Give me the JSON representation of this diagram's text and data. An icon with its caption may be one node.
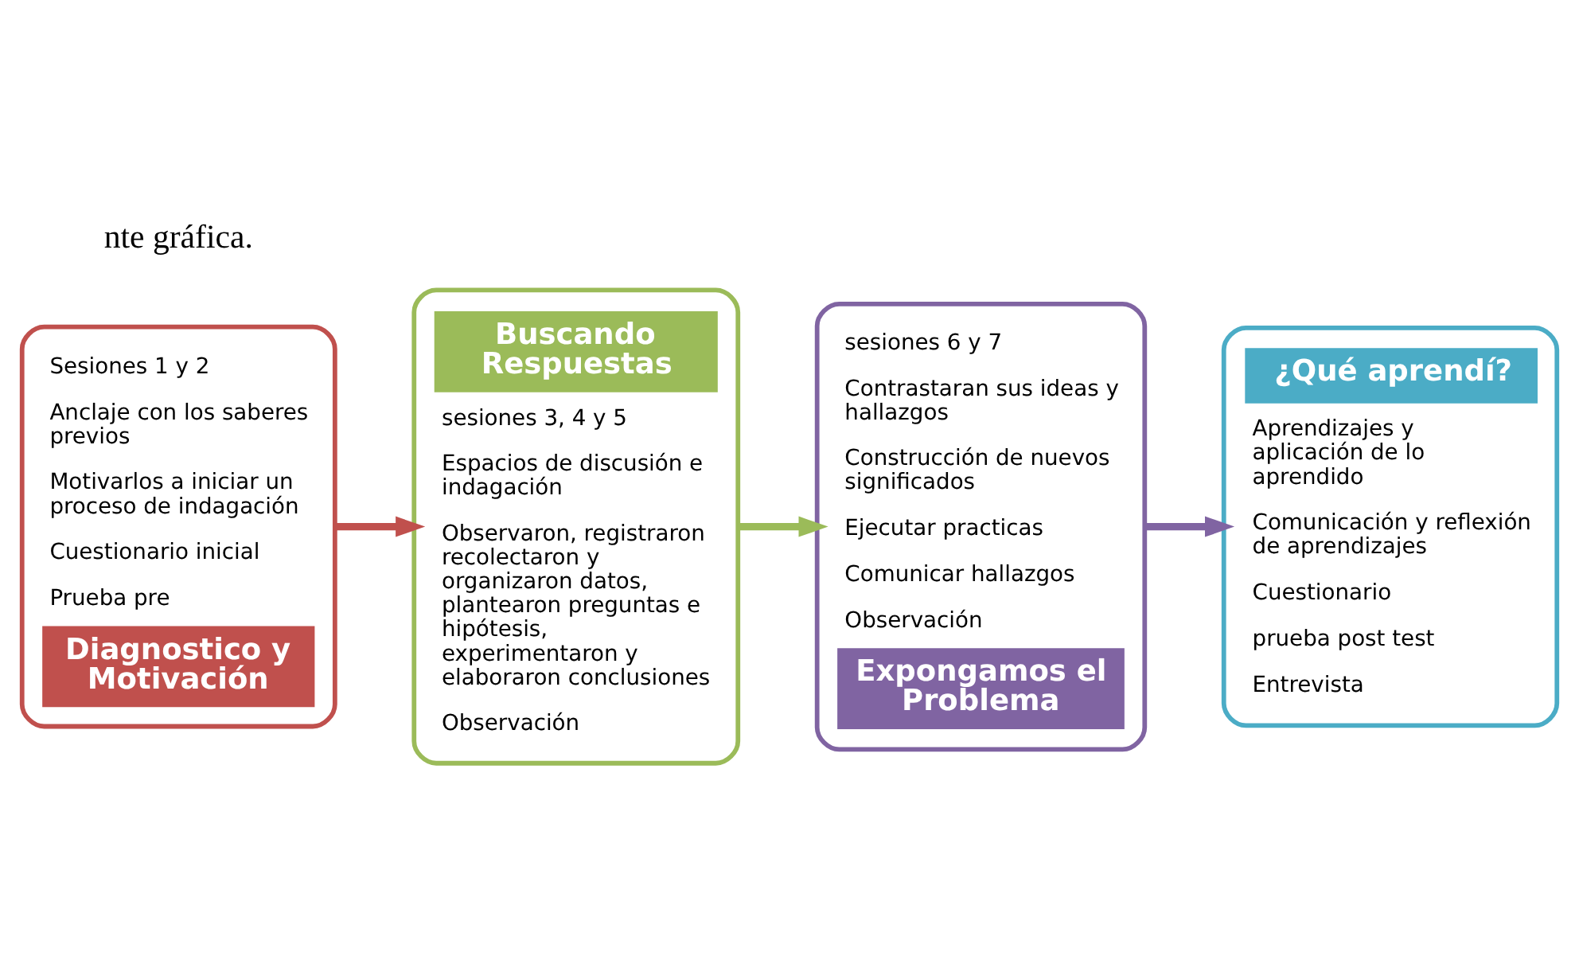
{
  "diagram": {
    "nodes": [
      {
        "text": [
          "Sesiones 1 y 2",
          "Anclaje con los saberes previos",
          "Motivarlos a iniciar un proceso de indagación",
          "Cuestionario inicial",
          "Prueba pre",
          "Diagnostico y Motivación"
        ]
      },
      {
        "text": [
          "Buscando Respuestas",
          "sesiones 3, 4 y 5",
          "Espacios de discusión e indagación",
          "Observaron, registraron recolectaron y organizaron datos, plantearon preguntas e hipótesis, experimentaron y elaboraron conclusiones",
          "Observación"
        ]
      },
      {
        "text": [
          "sesiones 6 y 7",
          "Contrastaran sus ideas y hallazgos",
          "Construcción de nuevos significados",
          "Ejecutar practicas",
          "Comunicar hallazgos",
          "Observación",
          "Expongamos el Problema"
        ]
      },
      {
        "text": [
          "¿Qué aprendí?",
          "Aprendizajes y aplicación de lo aprendido",
          "Comunicación y reflexión de aprendizajes",
          "Cuestionario",
          "prueba post test",
          "Entrevista"
        ]
      }
    ],
    "edges": [
      {
        "from": 0,
        "to": 1,
        "arrow": "to",
        "color": "#c0504d"
      },
      {
        "from": 1,
        "to": 2,
        "arrow": "to",
        "color": "#9bbb59"
      },
      {
        "from": 2,
        "to": 3,
        "arrow": "to",
        "color": "#8064a2"
      }
    ],
    "labels": [
      "nte gráfica."
    ]
  }
}
